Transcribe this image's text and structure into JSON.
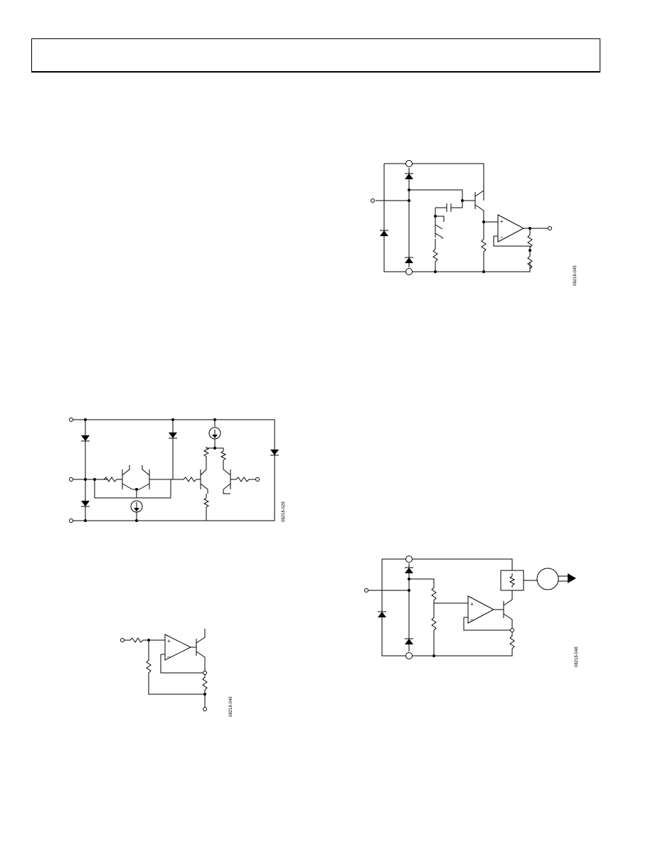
{
  "header": {
    "title": ""
  },
  "figures": [
    {
      "id": "fig-clamp-opamp",
      "code": "08218-045"
    },
    {
      "id": "fig-input-stage",
      "code": "08218-028"
    },
    {
      "id": "fig-opamp-driver",
      "code": "08218-049"
    },
    {
      "id": "fig-motor-drive",
      "code": "08218-048"
    }
  ],
  "symbols": {
    "plus": "+",
    "minus": "–"
  }
}
